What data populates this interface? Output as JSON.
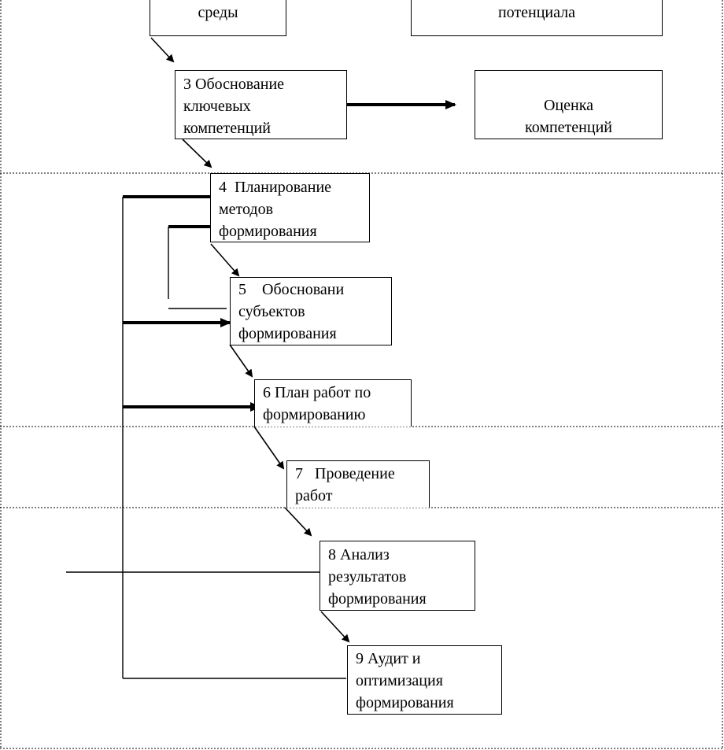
{
  "boxes": {
    "sreda": {
      "lines": [
        "среды"
      ]
    },
    "potencial": {
      "lines": [
        "потенциала"
      ]
    },
    "step3": {
      "lines": [
        "3 Обоснование",
        "ключевых",
        "компетенций"
      ]
    },
    "ocenka": {
      "lines": [
        "Оценка",
        "компетенций"
      ]
    },
    "step4": {
      "lines": [
        "4  Планирование",
        "методов",
        "формирования"
      ]
    },
    "step5": {
      "lines": [
        "5    Обосновани",
        "субъектов",
        "формирования"
      ]
    },
    "step6": {
      "lines": [
        "6 План работ по",
        "формированию"
      ]
    },
    "step7": {
      "lines": [
        "7   Проведение",
        "работ"
      ]
    },
    "step8": {
      "lines": [
        "8 Анализ",
        "результатов",
        "формирования"
      ]
    },
    "step9": {
      "lines": [
        "9 Аудит и",
        "оптимизация",
        "формирования"
      ]
    }
  }
}
